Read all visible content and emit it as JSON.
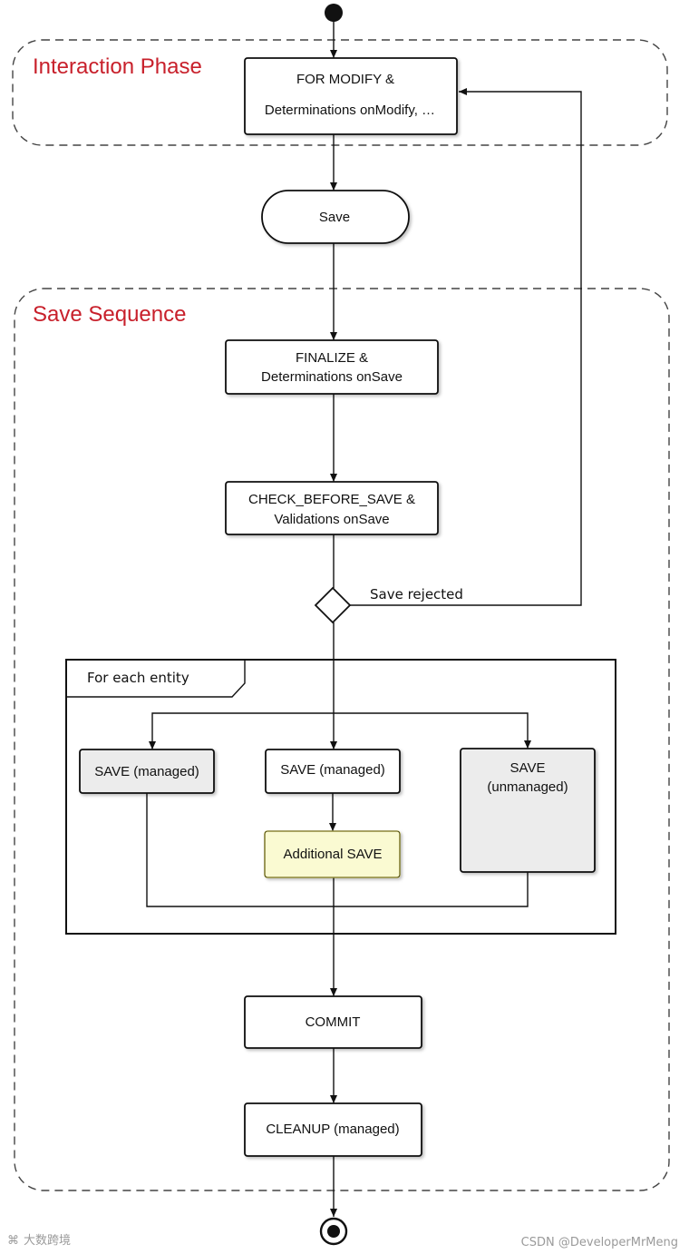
{
  "colors": {
    "phase_title": "#c8202b",
    "line": "#111111",
    "box_fill": "#ffffff",
    "box_fill_gray": "#ececec",
    "box_fill_highlight": "#fafad2",
    "box_border_highlight": "#c9c14c",
    "watermark": "#9a9a9a"
  },
  "phases": {
    "interaction": {
      "title": "Interaction Phase"
    },
    "save_sequence": {
      "title": "Save Sequence"
    }
  },
  "nodes": {
    "for_modify": {
      "line1": "FOR MODIFY &",
      "line2": "Determinations onModify, …"
    },
    "save": {
      "label": "Save"
    },
    "finalize": {
      "line1": "FINALIZE &",
      "line2": "Determinations onSave"
    },
    "check_before_save": {
      "line1": "CHECK_BEFORE_SAVE &",
      "line2": "Validations onSave"
    },
    "save_managed_left": {
      "label": "SAVE (managed)"
    },
    "save_managed_middle": {
      "label": "SAVE (managed)"
    },
    "save_unmanaged": {
      "line1": "SAVE",
      "line2": "(unmanaged)"
    },
    "additional_save": {
      "label": "Additional SAVE"
    },
    "commit": {
      "label": "COMMIT"
    },
    "cleanup": {
      "label": "CLEANUP (managed)"
    }
  },
  "edges": {
    "save_rejected": {
      "label": "Save rejected"
    }
  },
  "loop_frame": {
    "label": "For each entity"
  },
  "watermarks": {
    "left": "大数跨境",
    "right": "CSDN @DeveloperMrMeng"
  }
}
